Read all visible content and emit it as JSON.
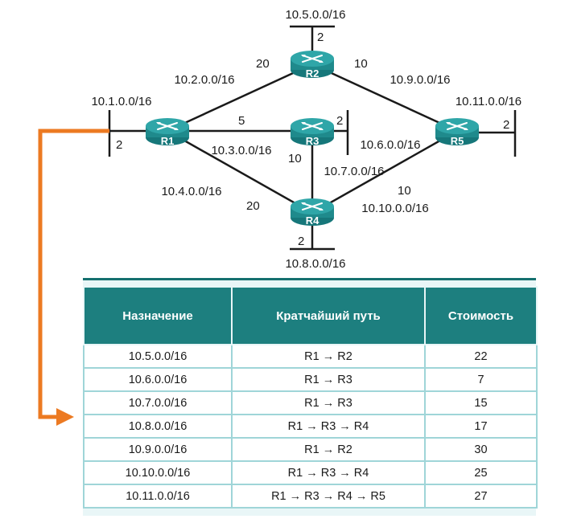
{
  "network": {
    "routers": [
      {
        "id": "R1",
        "label": "R1"
      },
      {
        "id": "R2",
        "label": "R2"
      },
      {
        "id": "R3",
        "label": "R3"
      },
      {
        "id": "R4",
        "label": "R4"
      },
      {
        "id": "R5",
        "label": "R5"
      }
    ],
    "stub_networks": [
      {
        "router": "R2",
        "network": "10.5.0.0/16",
        "cost": "2"
      },
      {
        "router": "R1",
        "network": "10.1.0.0/16",
        "cost": "2"
      },
      {
        "router": "R3",
        "network": "10.6.0.0/16",
        "cost": "2"
      },
      {
        "router": "R5",
        "network": "10.11.0.0/16",
        "cost": "2"
      },
      {
        "router": "R4",
        "network": "10.8.0.0/16",
        "cost": "2"
      }
    ],
    "links": [
      {
        "from": "R1",
        "to": "R2",
        "network": "10.2.0.0/16",
        "cost": "20"
      },
      {
        "from": "R2",
        "to": "R5",
        "network": "10.9.0.0/16",
        "cost": "10"
      },
      {
        "from": "R1",
        "to": "R3",
        "network": "10.3.0.0/16",
        "cost": "5"
      },
      {
        "from": "R3",
        "to": "R4",
        "network": "10.7.0.0/16",
        "cost": "10"
      },
      {
        "from": "R1",
        "to": "R4",
        "network": "10.4.0.0/16",
        "cost": "20"
      },
      {
        "from": "R4",
        "to": "R5",
        "network": "10.10.0.0/16",
        "cost": "10"
      }
    ]
  },
  "table": {
    "headers": [
      "Назначение",
      "Кратчайший путь",
      "Стоимость"
    ],
    "rows": [
      {
        "destination": "10.5.0.0/16",
        "path": "R1 → R2",
        "cost": "22"
      },
      {
        "destination": "10.6.0.0/16",
        "path": "R1 → R3",
        "cost": "7"
      },
      {
        "destination": "10.7.0.0/16",
        "path": "R1 → R3",
        "cost": "15"
      },
      {
        "destination": "10.8.0.0/16",
        "path": "R1 → R3 → R4",
        "cost": "17"
      },
      {
        "destination": "10.9.0.0/16",
        "path": "R1 → R2",
        "cost": "30"
      },
      {
        "destination": "10.10.0.0/16",
        "path": "R1 → R3 → R4",
        "cost": "25"
      },
      {
        "destination": "10.11.0.0/16",
        "path": "R1 → R3 → R4 → R5",
        "cost": "27"
      }
    ]
  },
  "colors": {
    "router_body": "#1f8a8c",
    "router_top": "#2fa6a8",
    "header_bg": "#1d7f7f",
    "arrow": "#ec7a22",
    "link": "#1a1a1a"
  },
  "icons": {
    "router": "router-icon",
    "arrow": "orange-arrow-icon"
  }
}
